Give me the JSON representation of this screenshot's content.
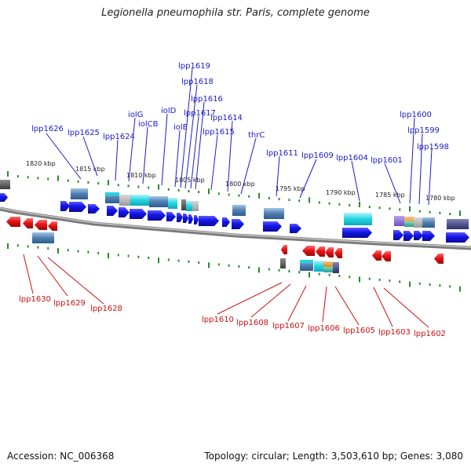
{
  "header": {
    "title": "Legionella pneumophila str. Paris, complete genome"
  },
  "footer": {
    "accession": "Accession: NC_006368",
    "summary": "Topology: circular; Length: 3,503,610 bp; Genes: 3,080"
  },
  "scale": {
    "tick_labels": [
      "1820 kbp",
      "1815 kbp",
      "1810 kbp",
      "1805 kbp",
      "1800 kbp",
      "1795 kbp",
      "1790 kbp",
      "1785 kbp",
      "1780 kbp"
    ]
  },
  "genes_forward": [
    "lpp1626",
    "lpp1625",
    "lpp1624",
    "iolG",
    "iolCB",
    "iolD",
    "iolE",
    "lpp1619",
    "lpp1618",
    "lpp1617",
    "lpp1616",
    "lpp1615",
    "lpp1614",
    "thrC",
    "lpp1611",
    "lpp1609",
    "lpp1604",
    "lpp1601",
    "lpp1600",
    "lpp1599",
    "lpp1598"
  ],
  "genes_reverse": [
    "lpp1630",
    "lpp1629",
    "lpp1628",
    "lpp1610",
    "lpp1608",
    "lpp1607",
    "lpp1606",
    "lpp1605",
    "lpp1603",
    "lpp1602"
  ],
  "colors": {
    "forward": "#1414e6",
    "reverse": "#e61414",
    "backbone": "#7a7a7a",
    "tick": "#2a8a2a",
    "feature_cyan": "#22d4e0",
    "feature_steel": "#4f7fb0"
  }
}
